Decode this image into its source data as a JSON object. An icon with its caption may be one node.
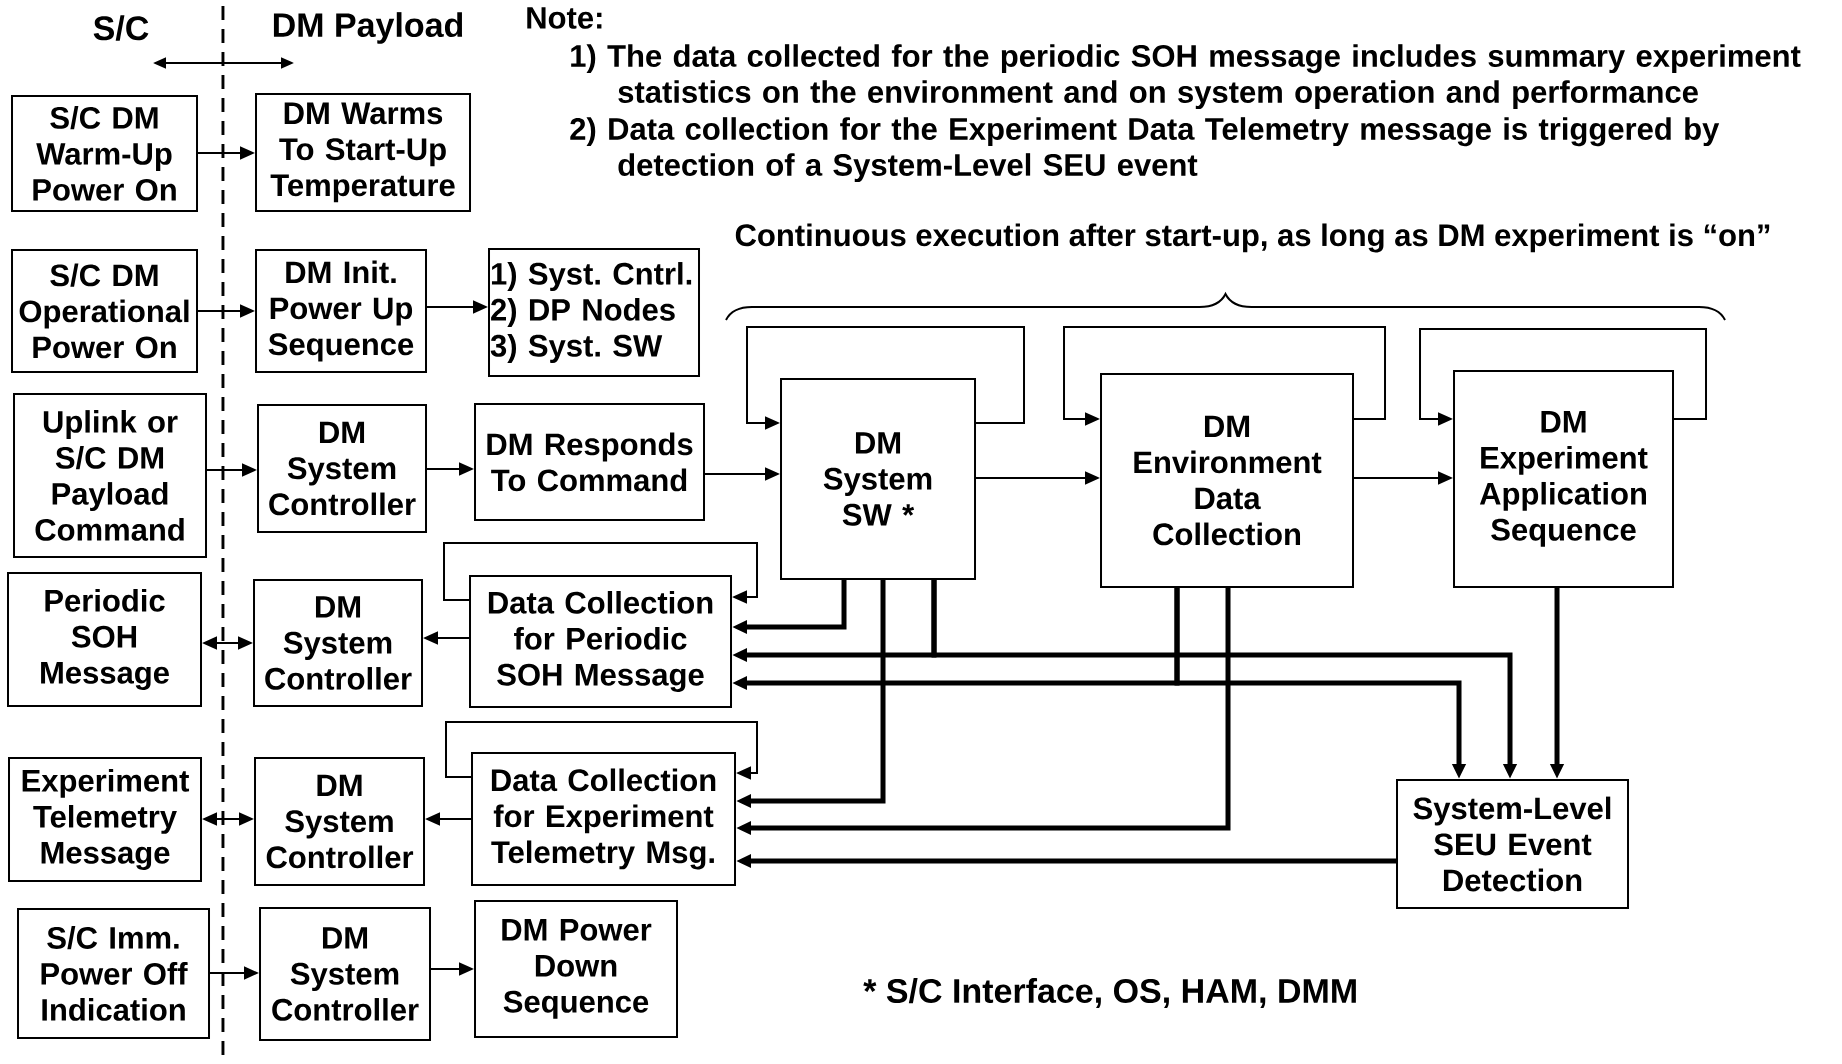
{
  "diagram": {
    "nodes": [
      {
        "text": [
          "S/C DM Warm-Up Power On"
        ]
      },
      {
        "text": [
          "DM Warms To Start-Up Temperature"
        ]
      },
      {
        "text": [
          "S/C DM Operational Power On"
        ]
      },
      {
        "text": [
          "DM Init. Power Up Sequence"
        ]
      },
      {
        "text": [
          "1) Syst. Cntrl. 2) DP Nodes 3) Syst. SW"
        ]
      },
      {
        "text": [
          "Uplink or S/C DM Payload Command"
        ]
      },
      {
        "text": [
          "DM System Controller"
        ]
      },
      {
        "text": [
          "DM Responds To Command"
        ]
      },
      {
        "text": [
          "DM System SW *"
        ]
      },
      {
        "text": [
          "DM Environment Data Collection"
        ]
      },
      {
        "text": [
          "DM Experiment Application Sequence"
        ]
      },
      {
        "text": [
          "Periodic SOH Message"
        ]
      },
      {
        "text": [
          "DM System Controller"
        ]
      },
      {
        "text": [
          "Data Collection for Periodic SOH Message"
        ]
      },
      {
        "text": [
          "Experiment Telemetry Message"
        ]
      },
      {
        "text": [
          "DM System Controller"
        ]
      },
      {
        "text": [
          "Data Collection for Experiment Telemetry Msg."
        ]
      },
      {
        "text": [
          "System-Level SEU Event Detection"
        ]
      },
      {
        "text": [
          "S/C Imm. Power Off Indication"
        ]
      },
      {
        "text": [
          "DM System Controller"
        ]
      },
      {
        "text": [
          "DM Power Down Sequence"
        ]
      }
    ],
    "edges": [
      {
        "from": 0,
        "to": 1,
        "arrow": "to"
      },
      {
        "from": 2,
        "to": 3,
        "arrow": "to"
      },
      {
        "from": 3,
        "to": 4,
        "arrow": "to"
      },
      {
        "from": 5,
        "to": 6,
        "arrow": "to"
      },
      {
        "from": 6,
        "to": 7,
        "arrow": "to"
      },
      {
        "from": 7,
        "to": 8,
        "arrow": "to"
      },
      {
        "from": 8,
        "to": 9,
        "arrow": "to"
      },
      {
        "from": 9,
        "to": 10,
        "arrow": "to"
      },
      {
        "from": 12,
        "to": 11,
        "arrow": "both"
      },
      {
        "from": 13,
        "to": 12,
        "arrow": "to"
      },
      {
        "from": 15,
        "to": 14,
        "arrow": "both"
      },
      {
        "from": 16,
        "to": 15,
        "arrow": "to"
      },
      {
        "from": 18,
        "to": 19,
        "arrow": "to"
      },
      {
        "from": 19,
        "to": 20,
        "arrow": "to"
      },
      {
        "from": 8,
        "to": 8,
        "arrow": "to"
      },
      {
        "from": 9,
        "to": 9,
        "arrow": "to"
      },
      {
        "from": 10,
        "to": 10,
        "arrow": "to"
      },
      {
        "from": 13,
        "to": 13,
        "arrow": "to"
      },
      {
        "from": 16,
        "to": 16,
        "arrow": "to"
      },
      {
        "from": 8,
        "to": 13,
        "arrow": "to",
        "style": "thick"
      },
      {
        "from": 8,
        "to": 16,
        "arrow": "to",
        "style": "thick"
      },
      {
        "from": 8,
        "to": 13,
        "arrow": "to",
        "style": "thick"
      },
      {
        "from": 8,
        "to": 17,
        "arrow": "to",
        "style": "thick"
      },
      {
        "from": 9,
        "to": 13,
        "arrow": "to",
        "style": "thick"
      },
      {
        "from": 9,
        "to": 17,
        "arrow": "to",
        "style": "thick"
      },
      {
        "from": 9,
        "to": 16,
        "arrow": "to",
        "style": "thick"
      },
      {
        "from": 10,
        "to": 17,
        "arrow": "to",
        "style": "thick"
      },
      {
        "from": 17,
        "to": 16,
        "arrow": "to",
        "style": "thick"
      }
    ],
    "labels": [
      "S/C",
      "DM Payload",
      "Note:",
      "1) The data collected for the periodic SOH message includes summary experiment statistics on the environment and on system operation and performance",
      "2) Data collection for the Experiment Data Telemetry message is triggered by detection of a System-Level SEU event",
      "Continuous execution after start-up, as long as DM experiment is “on”",
      "* S/C Interface, OS, HAM, DMM"
    ]
  }
}
